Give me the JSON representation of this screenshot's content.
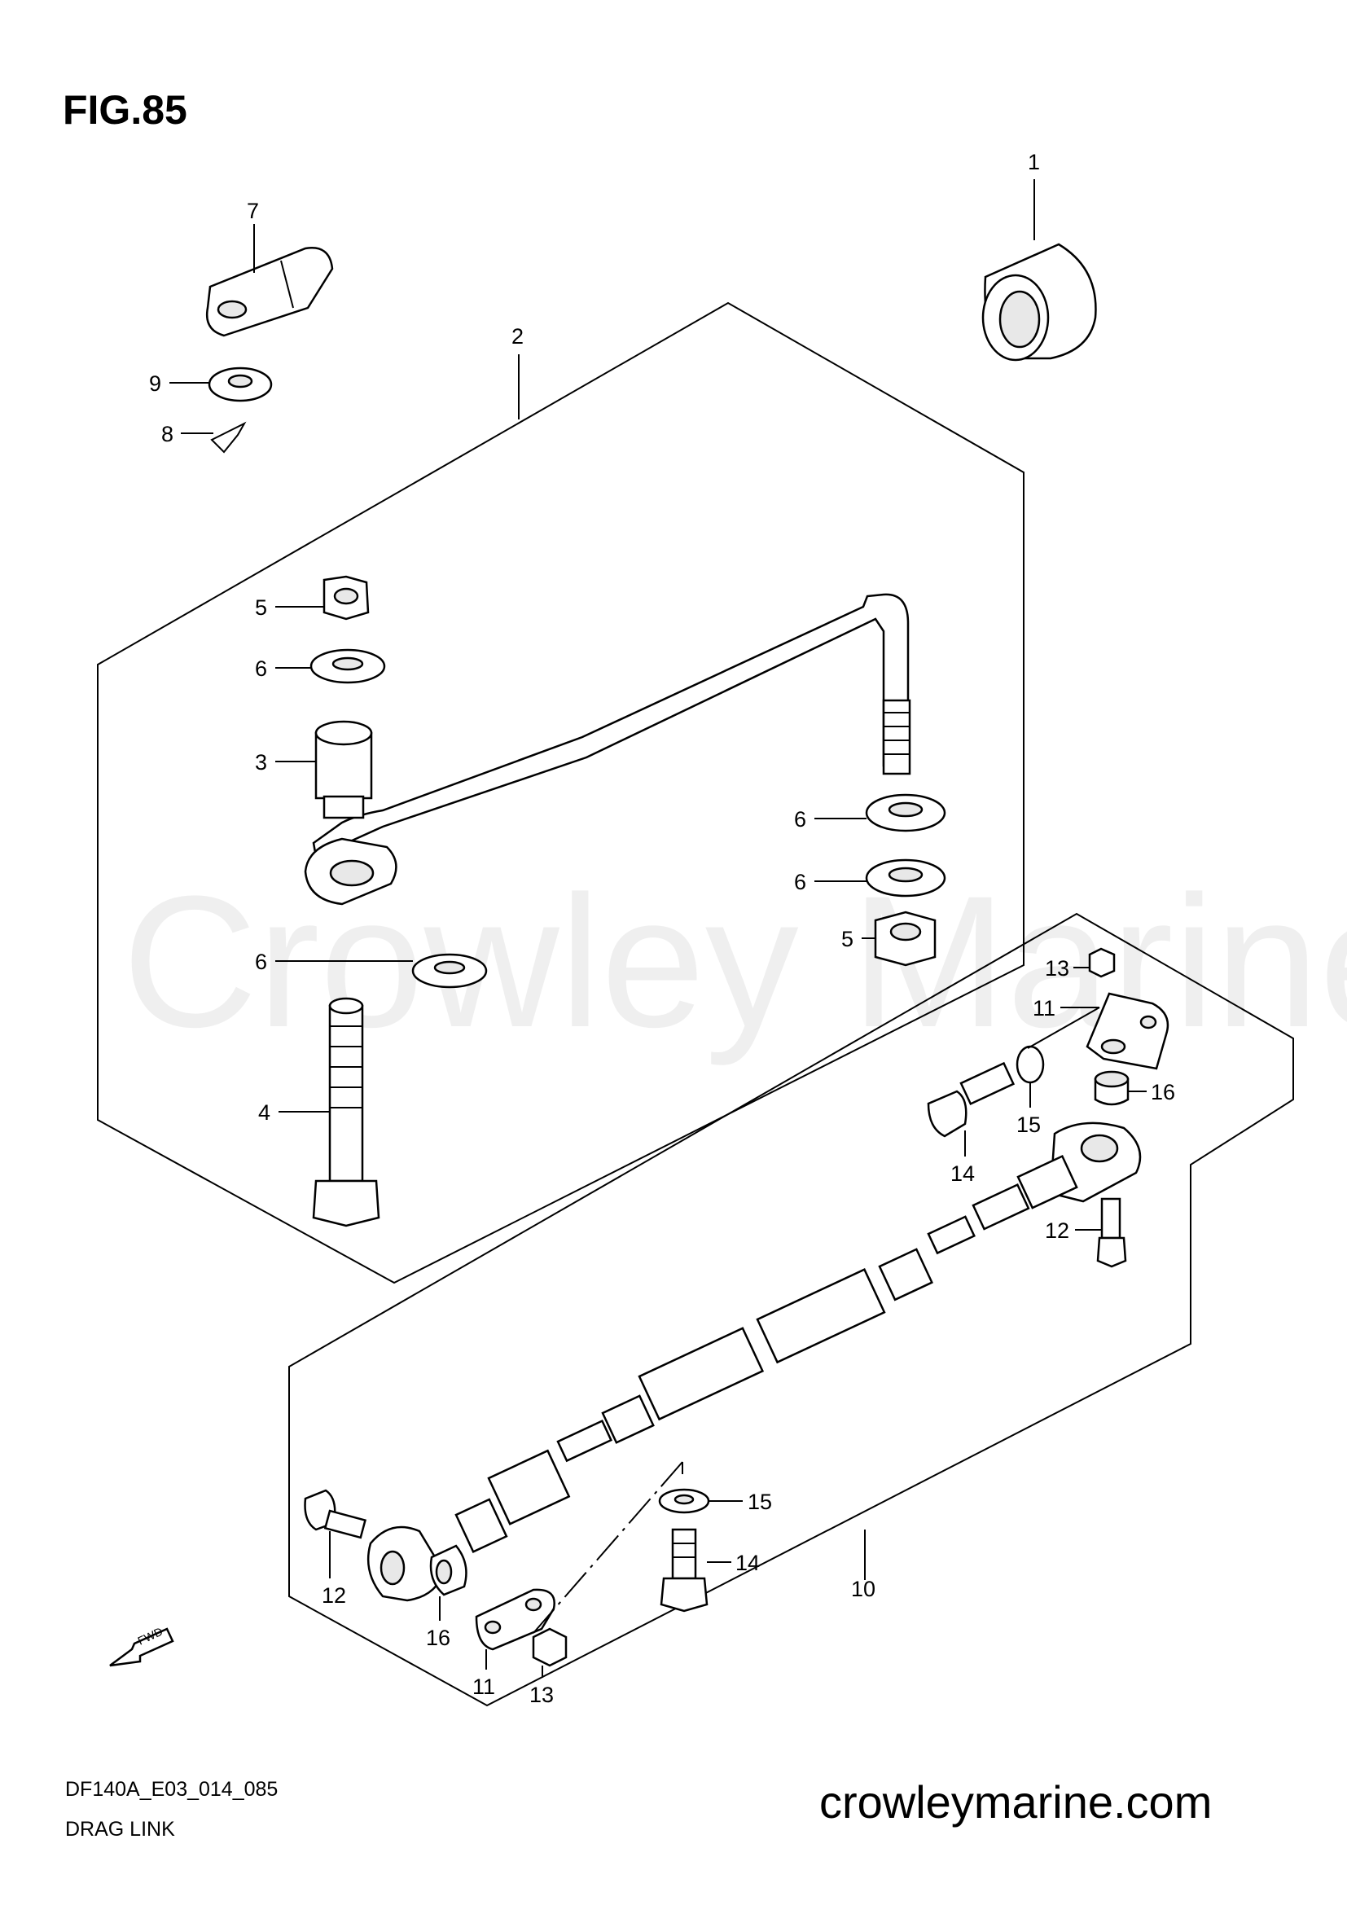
{
  "figure": {
    "title": "FIG.85",
    "code": "DF140A_E03_014_085",
    "name": "DRAG LINK",
    "website": "crowleymarine.com",
    "watermark": "Crowley Marine",
    "fwd_label": "FWD"
  },
  "callouts": [
    {
      "id": "c1",
      "text": "1"
    },
    {
      "id": "c2",
      "text": "2"
    },
    {
      "id": "c3",
      "text": "3"
    },
    {
      "id": "c4",
      "text": "4"
    },
    {
      "id": "c5a",
      "text": "5"
    },
    {
      "id": "c5b",
      "text": "5"
    },
    {
      "id": "c6a",
      "text": "6"
    },
    {
      "id": "c6b",
      "text": "6"
    },
    {
      "id": "c6c",
      "text": "6"
    },
    {
      "id": "c6d",
      "text": "6"
    },
    {
      "id": "c7",
      "text": "7"
    },
    {
      "id": "c8",
      "text": "8"
    },
    {
      "id": "c9",
      "text": "9"
    },
    {
      "id": "c10",
      "text": "10"
    },
    {
      "id": "c11a",
      "text": "11"
    },
    {
      "id": "c11b",
      "text": "11"
    },
    {
      "id": "c12a",
      "text": "12"
    },
    {
      "id": "c12b",
      "text": "12"
    },
    {
      "id": "c13a",
      "text": "13"
    },
    {
      "id": "c13b",
      "text": "13"
    },
    {
      "id": "c14a",
      "text": "14"
    },
    {
      "id": "c14b",
      "text": "14"
    },
    {
      "id": "c15a",
      "text": "15"
    },
    {
      "id": "c15b",
      "text": "15"
    },
    {
      "id": "c16a",
      "text": "16"
    },
    {
      "id": "c16b",
      "text": "16"
    }
  ]
}
